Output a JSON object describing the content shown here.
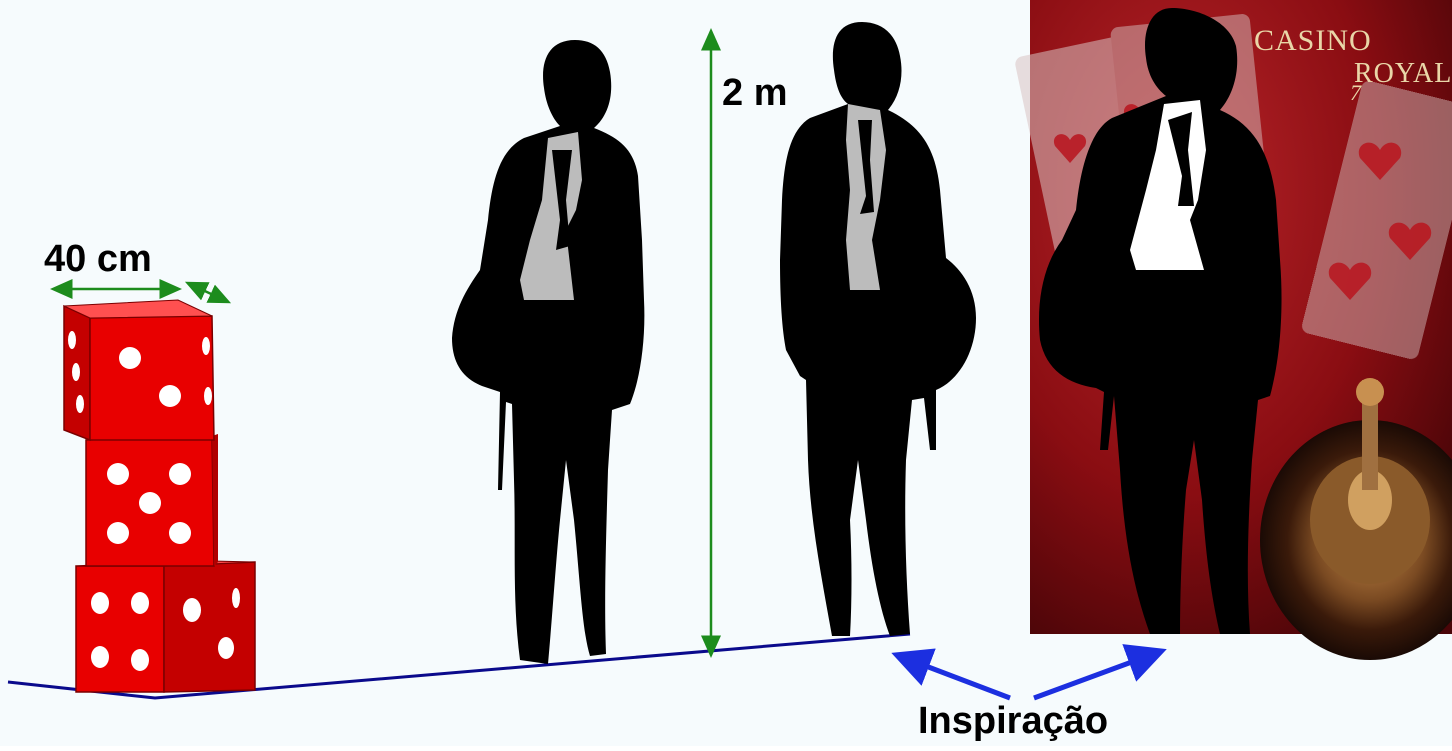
{
  "labels": {
    "dice_width": "40 cm",
    "figure_height": "2 m",
    "inspiration": "Inspiração"
  },
  "poster": {
    "title_line1": "CASINO",
    "title_line2": "ROYALE",
    "mark": "7"
  },
  "colors": {
    "dice_face": "#e80000",
    "dice_side": "#c40000",
    "pip": "#ffffff",
    "dimension_arrow": "#1d8c1d",
    "floor_line": "#0a0a8c",
    "inspiration_arrow": "#1c2fe0",
    "silhouette": "#000000",
    "shirt_grey": "#bcbcbc",
    "poster_red": "#8a0d12"
  }
}
